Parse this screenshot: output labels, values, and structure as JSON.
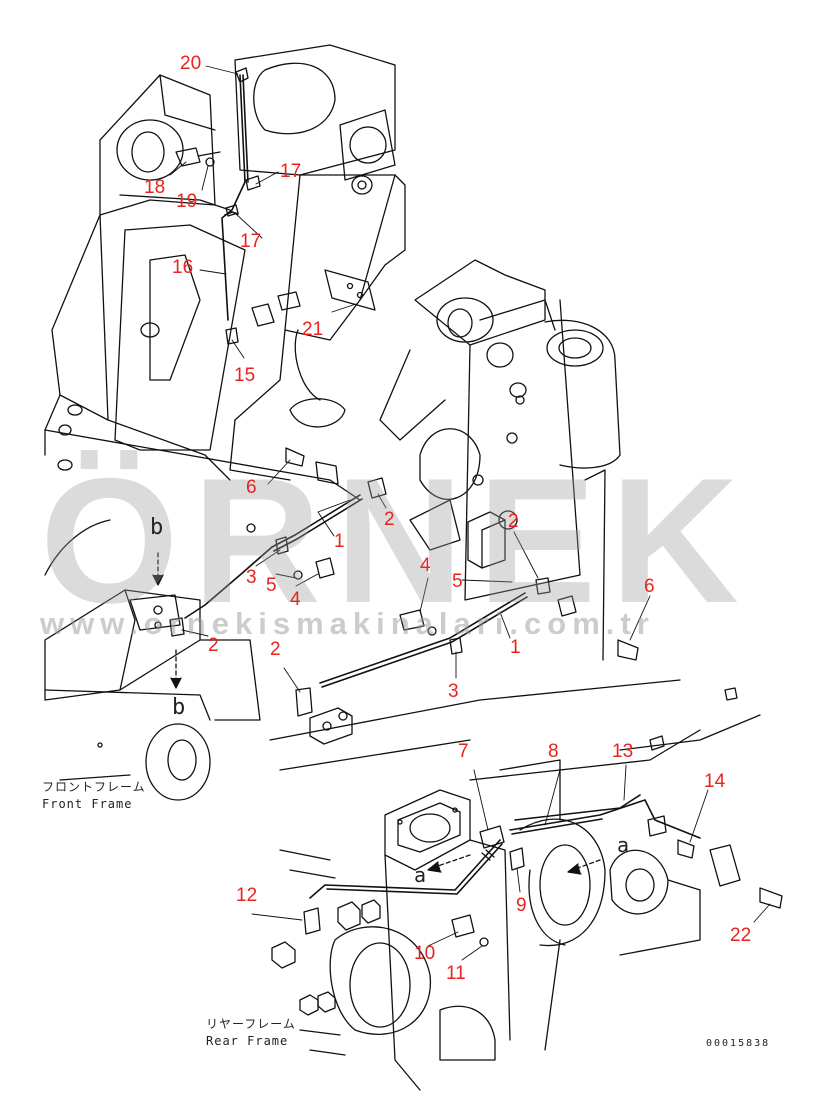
{
  "watermark": {
    "brand": "ÖRNEK",
    "url": "www.ornekismakinalari.com.tr",
    "accent_color": "#f4c542"
  },
  "front_frame": {
    "label_jp": "フロントフレーム",
    "label_en": "Front Frame"
  },
  "rear_frame": {
    "label_jp": "リヤーフレーム",
    "label_en": "Rear Frame"
  },
  "drawing_number": "00015838",
  "view_markers": {
    "a": "a",
    "b": "b"
  },
  "callout_color": "#e8231f",
  "callouts": [
    "20",
    "18",
    "19",
    "17",
    "17",
    "16",
    "21",
    "15",
    "6",
    "2",
    "1",
    "3",
    "5",
    "4",
    "2",
    "4",
    "5",
    "2",
    "6",
    "1",
    "2",
    "3",
    "7",
    "8",
    "13",
    "14",
    "12",
    "9",
    "10",
    "11",
    "22"
  ]
}
